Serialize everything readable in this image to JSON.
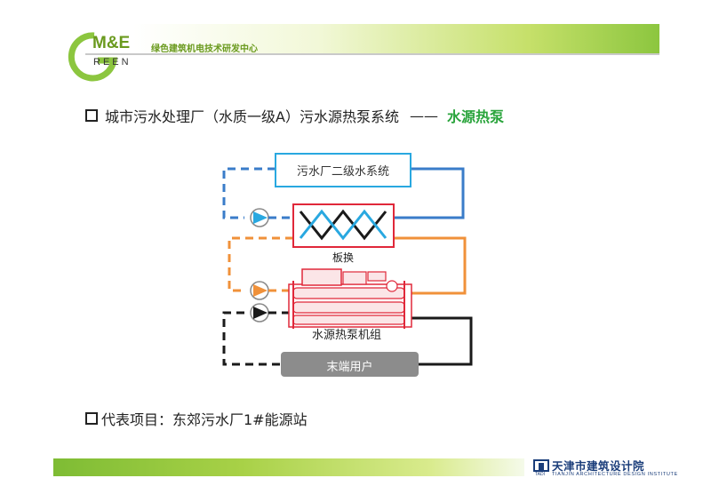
{
  "logo": {
    "brand_top": "M&E",
    "brand_bottom": "REEN",
    "org_name": "绿色建筑机电技术研发中心"
  },
  "slide": {
    "heading_main": "城市污水处理厂（水质一级A）污水源热泵系统",
    "heading_dash": "——",
    "heading_accent": "水源热泵",
    "project_line": "代表项目：东郊污水厂1#能源站"
  },
  "diagram": {
    "secondary_system": "污水厂二级水系统",
    "plate_exchanger": "板换",
    "heat_pump_unit": "水源热泵机组",
    "end_user": "末端用户",
    "colors": {
      "blue": "#3a7cc9",
      "orange": "#f0913a",
      "black": "#1a1a1a",
      "red": "#e0283a",
      "cyan": "#29a8e0",
      "gray": "#8c8c8c"
    }
  },
  "footer": {
    "institute_cn": "天津市建筑设计院",
    "institute_en": "TIANJIN ARCHITECTURE DESIGN INSTITUTE",
    "institute_abbr": "TADI"
  },
  "colors": {
    "brand_green": "#6a9a1e",
    "accent_green": "#2aa43c",
    "institute_blue": "#1a3d7a"
  }
}
